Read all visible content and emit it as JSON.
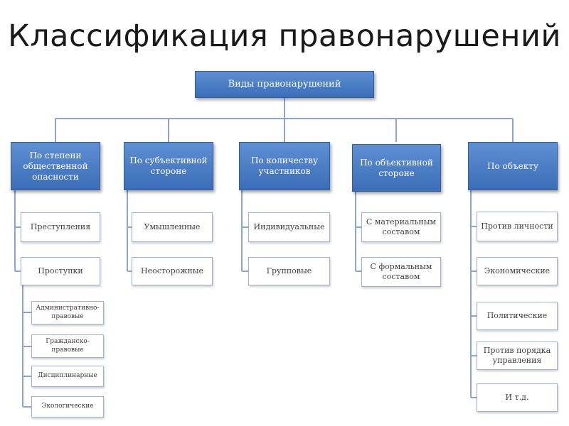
{
  "title": "Классификация  правонарушений",
  "root": "Виды правонарушений",
  "categories": [
    {
      "label": "По степени общественной опасности",
      "items": [
        "Преступления",
        "Проступки"
      ],
      "subitems": [
        "Административно-правовые",
        "Гражданско-правовые",
        "Дисциплинарные",
        "Экологические"
      ]
    },
    {
      "label": "По субъективной стороне",
      "items": [
        "Умышленные",
        "Неосторожные"
      ]
    },
    {
      "label": "По количеству участников",
      "items": [
        "Индивидуальные",
        "Групповые"
      ]
    },
    {
      "label": "По объективной стороне",
      "items": [
        "С материальным составом",
        "С формальным составом"
      ]
    },
    {
      "label": "По объекту",
      "items": [
        "Против личности",
        "Экономические",
        "Политические",
        "Против порядка управления",
        "И т.д."
      ]
    }
  ]
}
